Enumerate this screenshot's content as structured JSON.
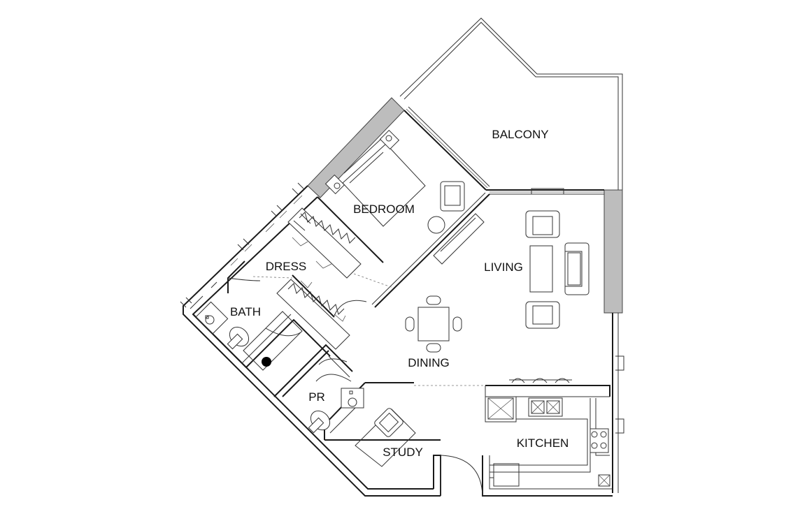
{
  "rooms": {
    "balcony": "BALCONY",
    "bedroom": "BEDROOM",
    "living": "LIVING",
    "dress": "DRESS",
    "bath": "BATH",
    "dining": "DINING",
    "pr": "PR",
    "study": "STUDY",
    "kitchen": "KITCHEN"
  },
  "colors": {
    "wall": "#1a1a1a",
    "column": "#bdbdbd",
    "background": "#ffffff"
  }
}
